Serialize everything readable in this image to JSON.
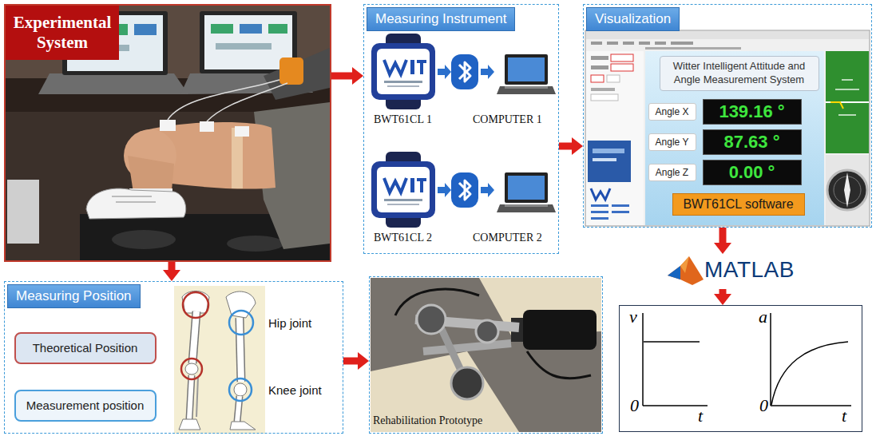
{
  "diagram": {
    "nodes": [
      {
        "text": [
          "Experimental System"
        ]
      },
      {
        "text": [
          "Measuring Instrument"
        ]
      },
      {
        "text": [
          "Visualization"
        ]
      },
      {
        "text": [
          "Witter Intelligent Attitude and Angle Measurement System"
        ],
        "in": 2
      },
      {
        "text": [
          "Angle X",
          "139.16 °"
        ],
        "in": 2
      },
      {
        "text": [
          "Angle Y",
          "87.63 °"
        ],
        "in": 2
      },
      {
        "text": [
          "Angle Z",
          "0.00 °"
        ],
        "in": 2
      },
      {
        "text": [
          "BWT61CL software"
        ],
        "in": 2
      },
      {
        "text": [
          "MATLAB"
        ]
      },
      {
        "text": [
          "Measuring Position"
        ]
      },
      {
        "text": [
          "Theoretical Position"
        ],
        "in": 9
      },
      {
        "text": [
          "Measurement position"
        ],
        "in": 9
      },
      {
        "text": [
          "Rehabilitation Prototype"
        ]
      },
      {
        "text": [
          "v",
          "0",
          "t",
          "a",
          "0",
          "t"
        ]
      }
    ],
    "edges": [
      {
        "from": 0,
        "to": 1,
        "arrow": "to"
      },
      {
        "from": 1,
        "to": 2,
        "arrow": "to"
      },
      {
        "from": 2,
        "to": 8,
        "arrow": "to"
      },
      {
        "from": 8,
        "to": 13,
        "arrow": "to"
      },
      {
        "from": 0,
        "to": 9,
        "arrow": "to"
      },
      {
        "from": 9,
        "to": 12,
        "arrow": "to"
      }
    ],
    "labels": [
      "BWT61CL 1",
      "COMPUTER 1",
      "BWT61CL 2",
      "COMPUTER 2",
      "Hip joint",
      "Knee joint"
    ]
  }
}
